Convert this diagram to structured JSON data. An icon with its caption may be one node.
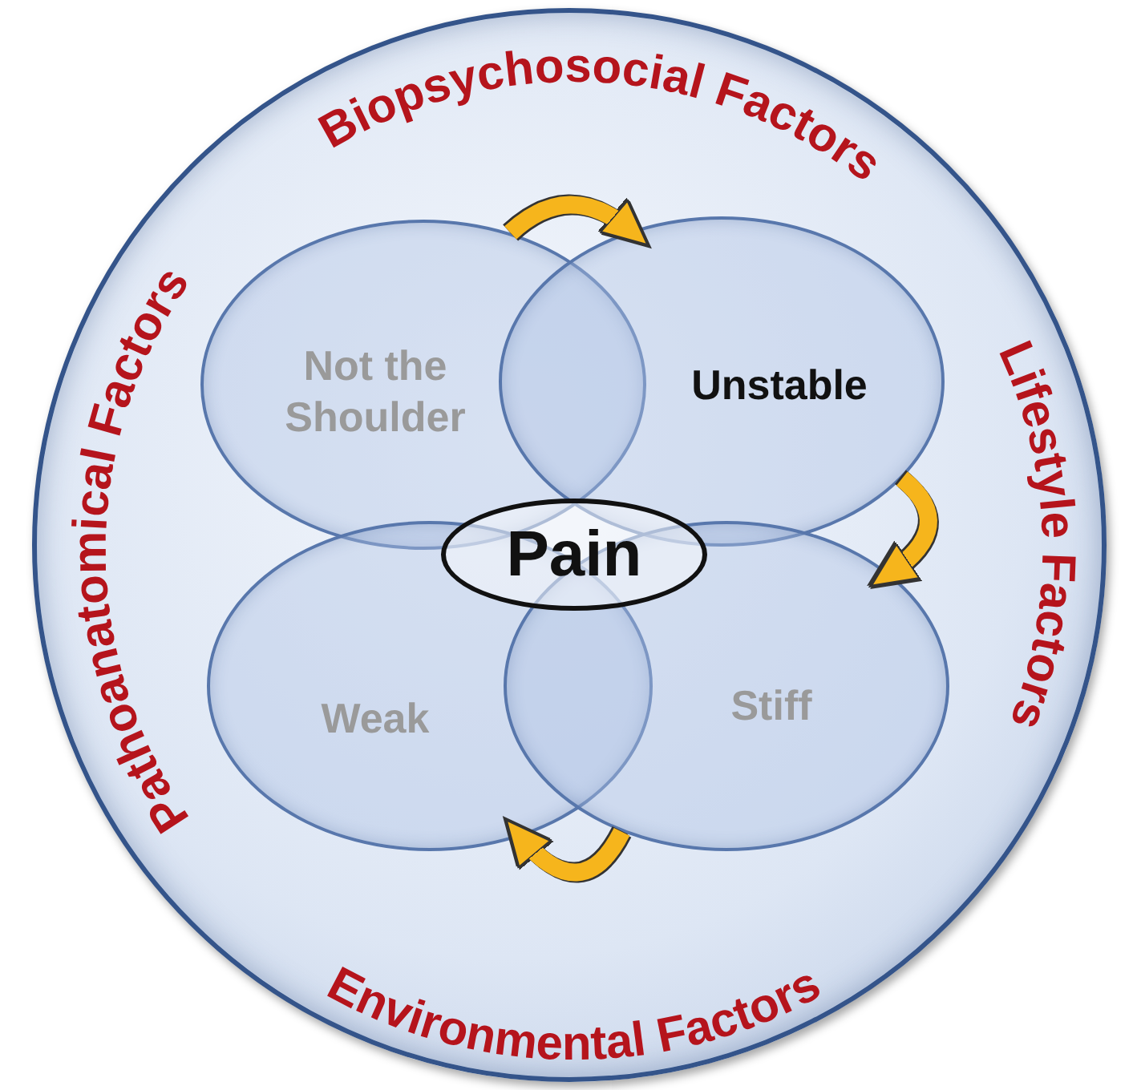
{
  "diagram": {
    "nodes": [
      {
        "text": [
          "Biopsychosocial Factors",
          "Lifestyle Factors",
          "Environmental Factors",
          "Pathoanatomical Factors"
        ]
      },
      {
        "text": [
          "Not the Shoulder"
        ],
        "in": 0
      },
      {
        "text": [
          "Unstable"
        ],
        "in": 0
      },
      {
        "text": [
          "Pain"
        ],
        "in": 0
      },
      {
        "text": [
          "Weak"
        ],
        "in": 0
      },
      {
        "text": [
          "Stiff"
        ],
        "in": 0
      }
    ],
    "edges": [
      {
        "from": 1,
        "to": 2,
        "arrow": "to"
      },
      {
        "from": 2,
        "to": 5,
        "arrow": "to"
      },
      {
        "from": 5,
        "to": 4,
        "arrow": "to"
      }
    ]
  }
}
